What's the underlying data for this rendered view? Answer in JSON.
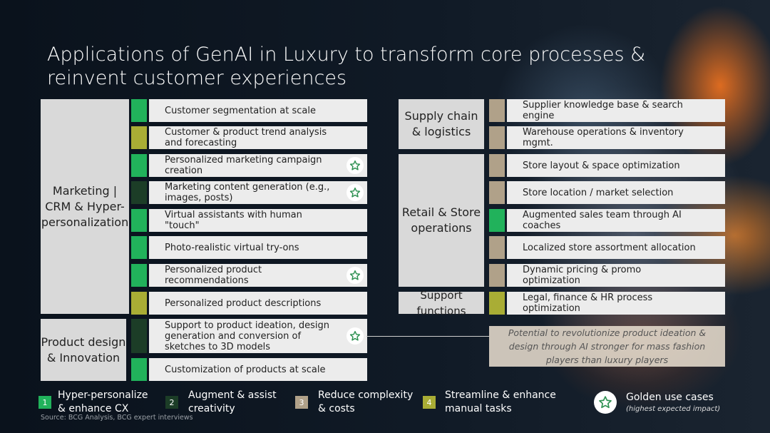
{
  "title": "Applications of GenAI in Luxury to transform core processes & reinvent customer experiences",
  "colors": {
    "c1": "#21b25b",
    "c2": "#1c3d27",
    "c3": "#b0a189",
    "c4": "#a9ad35",
    "star": "#2e9152"
  },
  "left_categories": [
    {
      "id": "marketing",
      "label": "Marketing | CRM & Hyper-personalization"
    },
    {
      "id": "product",
      "label": "Product design & Innovation"
    }
  ],
  "left_items": [
    {
      "label": "Customer segmentation at scale",
      "cat": "c1",
      "golden": false
    },
    {
      "label": "Customer & product trend analysis and forecasting",
      "cat": "c4",
      "golden": false
    },
    {
      "label": "Personalized marketing campaign creation",
      "cat": "c1",
      "golden": true
    },
    {
      "label": "Marketing content generation (e.g., images, posts)",
      "cat": "c2",
      "golden": true
    },
    {
      "label": "Virtual assistants with human \"touch\"",
      "cat": "c1",
      "golden": false
    },
    {
      "label": "Photo-realistic virtual try-ons",
      "cat": "c1",
      "golden": false
    },
    {
      "label": "Personalized product recommendations",
      "cat": "c1",
      "golden": true
    },
    {
      "label": "Personalized product descriptions",
      "cat": "c4",
      "golden": false
    },
    {
      "label": "Support to product ideation, design generation and conversion of sketches to 3D models",
      "cat": "c2",
      "golden": true
    },
    {
      "label": "Customization of products at scale",
      "cat": "c1",
      "golden": false
    }
  ],
  "right_categories": [
    {
      "id": "supply",
      "label": "Supply chain & logistics"
    },
    {
      "id": "retail",
      "label": "Retail & Store operations"
    },
    {
      "id": "support",
      "label": "Support functions"
    }
  ],
  "right_items": [
    {
      "label": "Supplier knowledge base & search engine",
      "cat": "c3"
    },
    {
      "label": "Warehouse operations & inventory mgmt.",
      "cat": "c3"
    },
    {
      "label": "Store layout & space optimization",
      "cat": "c3"
    },
    {
      "label": "Store location / market selection",
      "cat": "c3"
    },
    {
      "label": "Augmented sales team through AI coaches",
      "cat": "c1"
    },
    {
      "label": "Localized store assortment allocation",
      "cat": "c3"
    },
    {
      "label": "Dynamic pricing & promo optimization",
      "cat": "c3"
    },
    {
      "label": "Legal, finance & HR process optimization",
      "cat": "c4"
    }
  ],
  "note": "Potential to revolutionize product ideation & design through AI stronger for mass fashion players than luxury players",
  "legend": [
    {
      "num": "1",
      "label": "Hyper-personalize & enhance CX",
      "cat": "c1"
    },
    {
      "num": "2",
      "label": "Augment & assist creativity",
      "cat": "c2"
    },
    {
      "num": "3",
      "label": "Reduce complexity & costs",
      "cat": "c3"
    },
    {
      "num": "4",
      "label": "Streamline & enhance manual tasks",
      "cat": "c4"
    }
  ],
  "golden": {
    "label": "Golden use cases",
    "sub": "(highest expected impact)"
  },
  "source": "Source: BCG Analysis, BCG expert interviews"
}
